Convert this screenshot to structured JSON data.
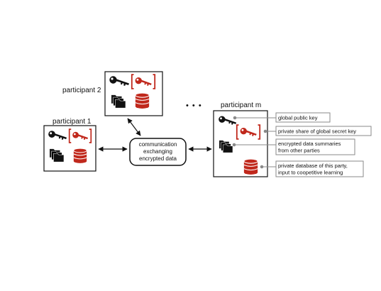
{
  "participants": {
    "p1": {
      "label": "participant 1"
    },
    "p2": {
      "label": "participant 2"
    },
    "pm": {
      "label": "participant m"
    },
    "ellipsis": "• • •"
  },
  "hub": {
    "lines": [
      "communication",
      "exchanging",
      "encrypted data"
    ]
  },
  "callouts": {
    "public_key": "global public key",
    "secret_share": "private share of global secret key",
    "summaries_line1": "encrypted data summaries",
    "summaries_line2": "from other parties",
    "database_line1": "private database of this party,",
    "database_line2": "input to coopetitive learning"
  },
  "colors": {
    "secret": "#c0281c",
    "ink": "#111111",
    "callout_line": "#8a8a8a"
  },
  "icons": [
    "key-icon",
    "secret-key-share-icon",
    "folders-icon",
    "database-icon"
  ]
}
